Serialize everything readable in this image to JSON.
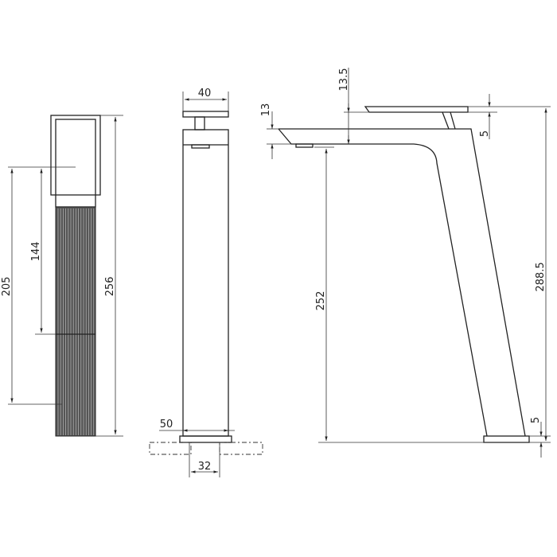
{
  "side_view": {
    "dim_205": "205",
    "dim_144": "144",
    "dim_256": "256"
  },
  "front_view": {
    "dim_40": "40",
    "dim_50": "50",
    "dim_32": "32"
  },
  "profile_view": {
    "dim_13": "13",
    "dim_13_5": "13.5",
    "dim_5_top": "5",
    "dim_288_5": "288.5",
    "dim_252": "252",
    "dim_5_base": "5"
  },
  "colors": {
    "line": "#222222",
    "fluting": "#555555"
  }
}
